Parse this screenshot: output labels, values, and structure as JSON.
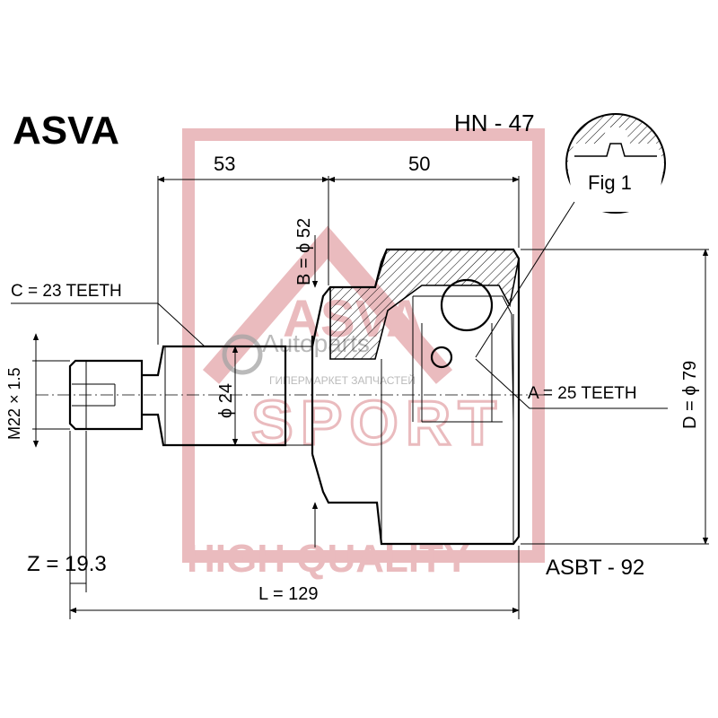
{
  "brand": "ASVA",
  "part_number": "HN - 47",
  "cross_reference": "ASBT - 92",
  "figure_label": "Fig 1",
  "dimensions": {
    "top_left_length": "53",
    "top_right_length": "50",
    "b_diameter": "B = ϕ 52",
    "c_teeth": "C = 23 TEETH",
    "thread": "M22 × 1.5",
    "shaft_diameter": "ϕ 24",
    "a_teeth": "A = 25 TEETH",
    "d_diameter": "D = ϕ 79",
    "z": "Z = 19.3",
    "total_length": "L = 129"
  },
  "watermark": {
    "text_1": "ASVA",
    "text_2": "SPORT",
    "text_3": "HIGH QUALITY",
    "store_name": "Autoparts",
    "store_tagline": "ГИПЕРМАРКЕТ ЗАПЧАСТЕЙ",
    "color": "#e8b4b8"
  }
}
